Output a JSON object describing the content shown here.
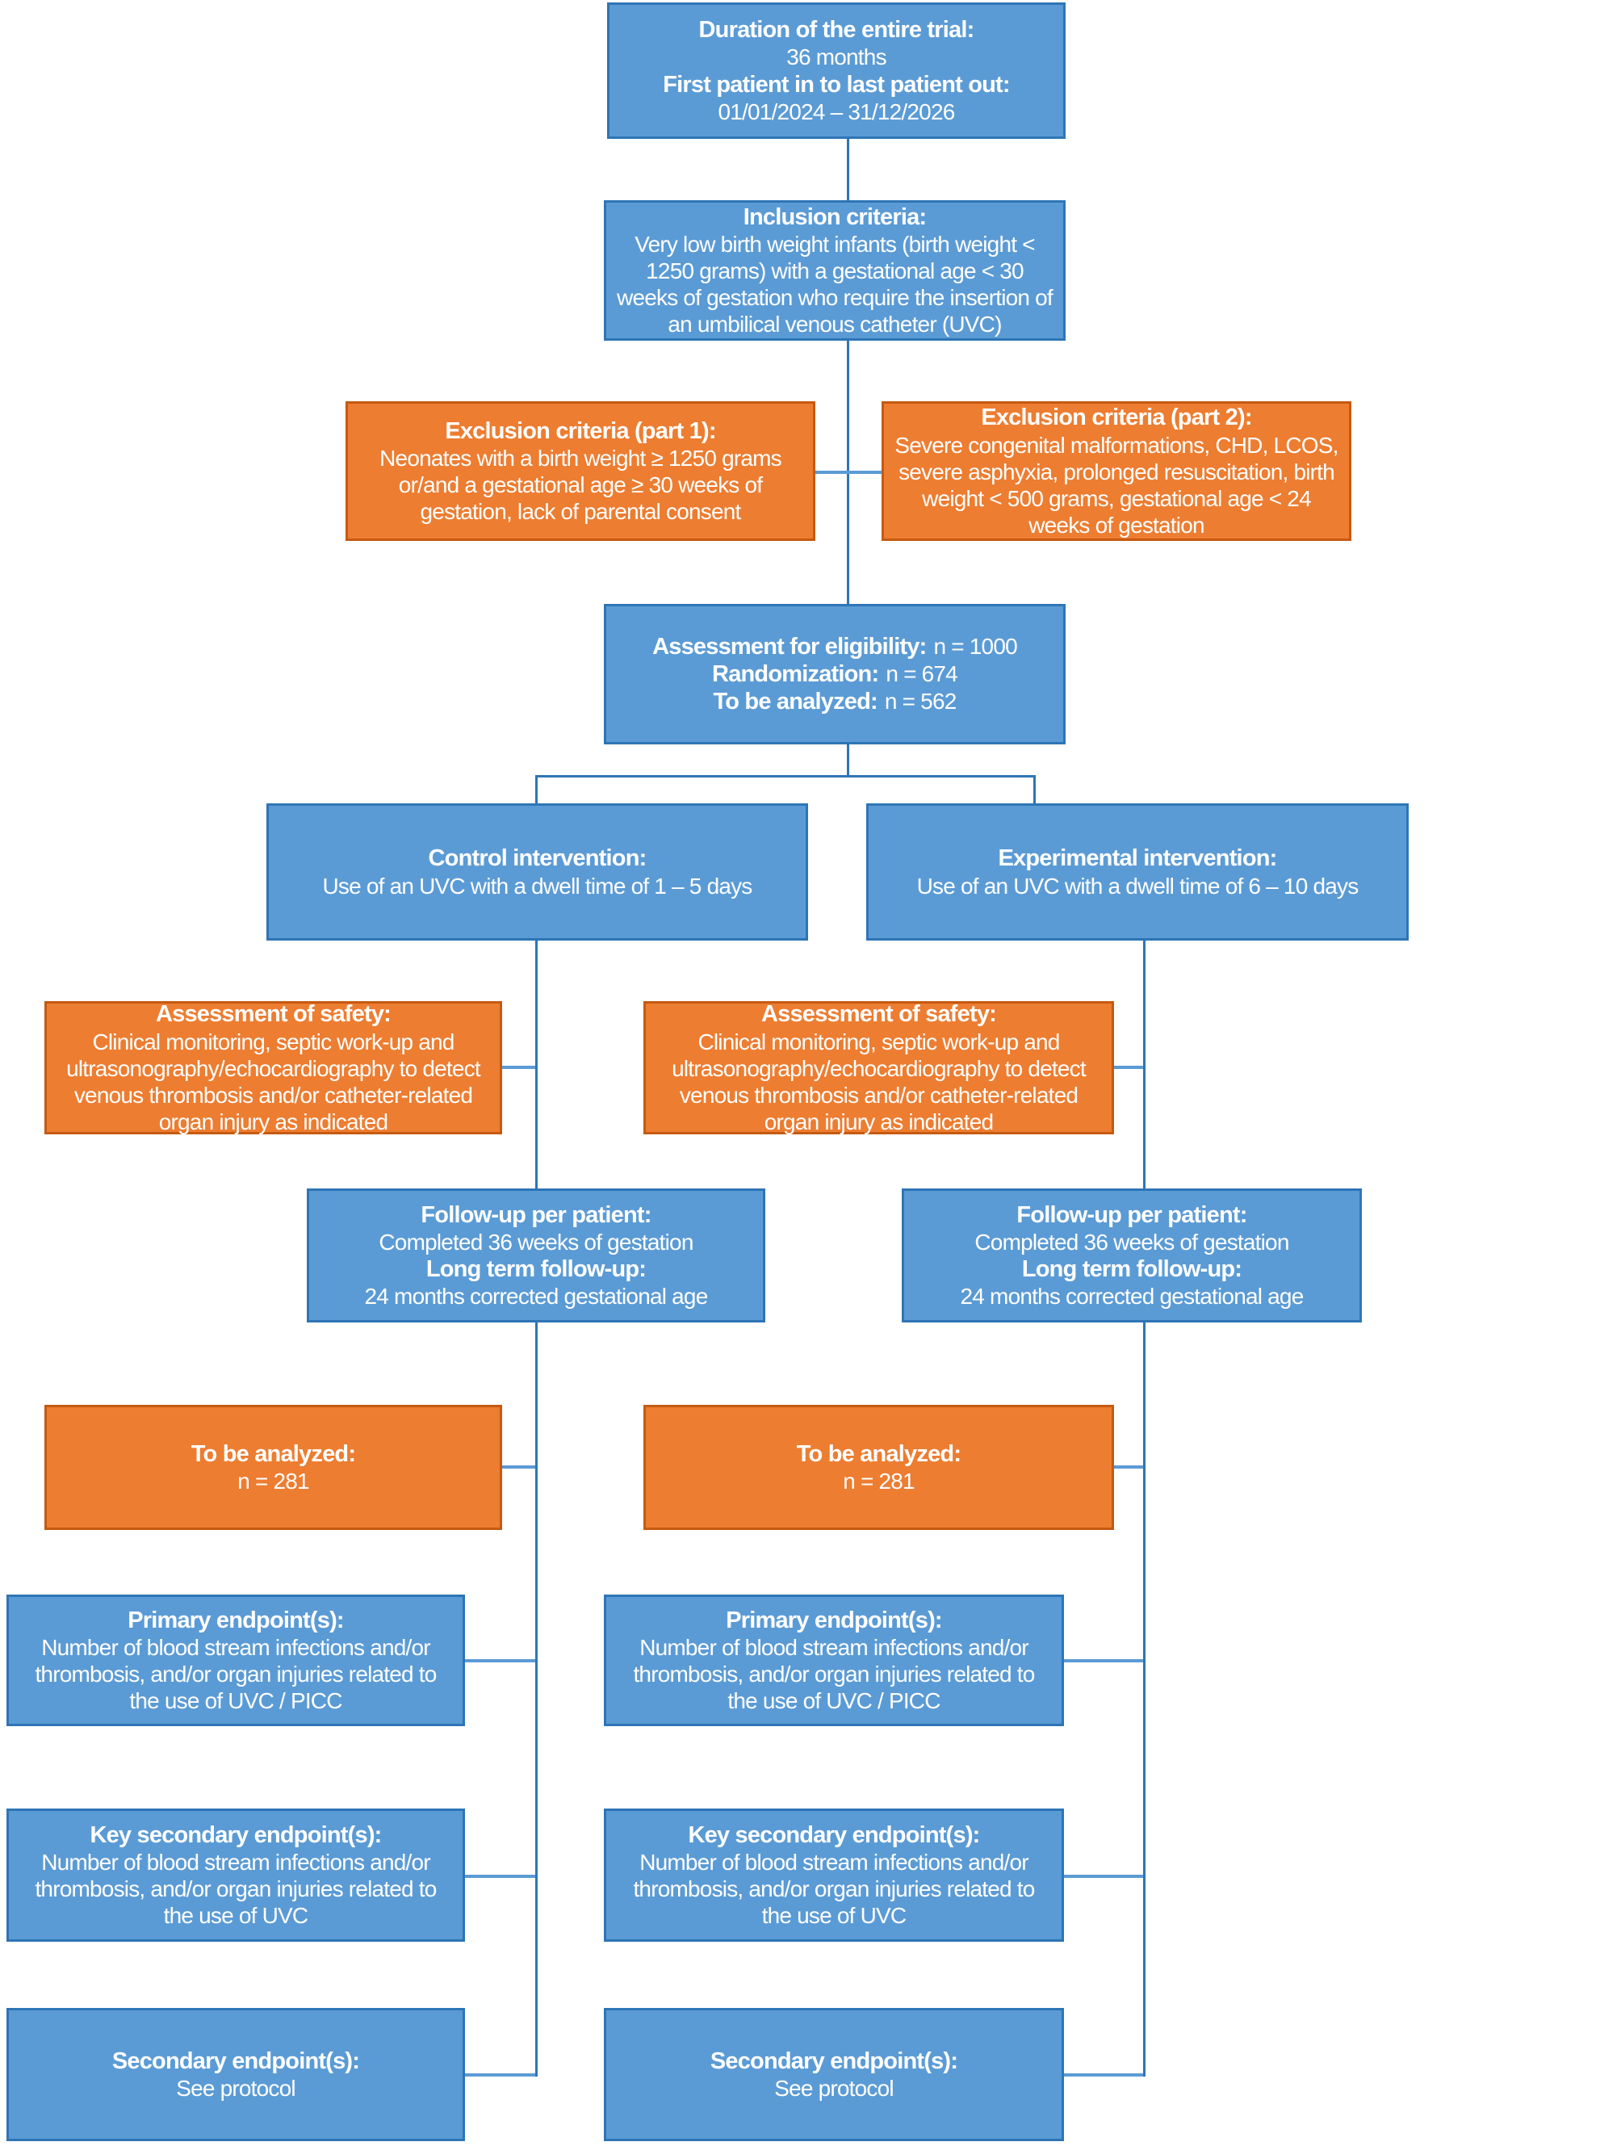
{
  "colors": {
    "blue_fill": "#5B9BD5",
    "blue_border": "#2E75B6",
    "orange_fill": "#ED7D31",
    "orange_border": "#C55A11",
    "connector_dark": "#2E75B6",
    "connector_light": "#5B9BD5",
    "text": "#FFFFFF"
  },
  "flow": {
    "duration": {
      "title1": "Duration of the entire trial:",
      "value1": "36 months",
      "title2": "First patient in to last patient out:",
      "value2": "01/01/2024 – 31/12/2026"
    },
    "inclusion": {
      "title": "Inclusion criteria:",
      "body": "Very low birth weight infants (birth weight < 1250 grams) with a gestational age < 30 weeks of gestation who require the insertion of an umbilical venous catheter (UVC)"
    },
    "exclusion1": {
      "title": "Exclusion criteria (part 1):",
      "body": "Neonates with a birth weight ≥ 1250 grams or/and a gestational age ≥ 30 weeks of gestation, lack of parental consent"
    },
    "exclusion2": {
      "title": "Exclusion criteria (part 2):",
      "body": "Severe congenital malformations, CHD, LCOS, severe asphyxia, prolonged resuscitation, birth weight < 500 grams, gestational age < 24 weeks of gestation"
    },
    "eligibility": {
      "rows": [
        {
          "label": "Assessment for eligibility:",
          "value": "n = 1000"
        },
        {
          "label": "Randomization:",
          "value": "n = 674"
        },
        {
          "label": "To be analyzed:",
          "value": "n = 562"
        }
      ]
    },
    "columns": {
      "left": {
        "intervention": {
          "title": "Control intervention:",
          "body": "Use of an UVC with a dwell time of 1 – 5 days"
        },
        "safety": {
          "title": "Assessment of safety:",
          "body": "Clinical monitoring, septic work-up and ultrasonography/echocardiography to detect venous thrombosis and/or catheter-related organ injury as indicated"
        },
        "followup": {
          "title1": "Follow-up per patient:",
          "value1": "Completed 36 weeks of gestation",
          "title2": "Long term follow-up:",
          "value2": "24 months corrected gestational age"
        },
        "analyzed": {
          "title": "To be analyzed:",
          "body": "n = 281"
        },
        "primary": {
          "title": "Primary endpoint(s):",
          "body": "Number of blood stream infections and/or thrombosis, and/or organ injuries related to the use of UVC / PICC"
        },
        "key_secondary": {
          "title": "Key secondary endpoint(s):",
          "body": "Number of blood stream infections and/or thrombosis, and/or organ injuries related to the use of UVC"
        },
        "secondary": {
          "title": "Secondary endpoint(s):",
          "body": "See protocol"
        }
      },
      "right": {
        "intervention": {
          "title": "Experimental intervention:",
          "body": "Use of an UVC with a dwell time of 6 – 10 days"
        },
        "safety": {
          "title": "Assessment of safety:",
          "body": "Clinical monitoring, septic work-up and ultrasonography/echocardiography to detect venous thrombosis and/or catheter-related organ injury as indicated"
        },
        "followup": {
          "title1": "Follow-up per patient:",
          "value1": "Completed 36 weeks of gestation",
          "title2": "Long term follow-up:",
          "value2": "24 months corrected gestational age"
        },
        "analyzed": {
          "title": "To be analyzed:",
          "body": "n = 281"
        },
        "primary": {
          "title": "Primary endpoint(s):",
          "body": "Number of blood stream infections and/or thrombosis, and/or organ injuries related to the use of UVC / PICC"
        },
        "key_secondary": {
          "title": "Key secondary endpoint(s):",
          "body": "Number of blood stream infections and/or thrombosis, and/or organ injuries related to the use of UVC"
        },
        "secondary": {
          "title": "Secondary endpoint(s):",
          "body": "See protocol"
        }
      }
    }
  }
}
